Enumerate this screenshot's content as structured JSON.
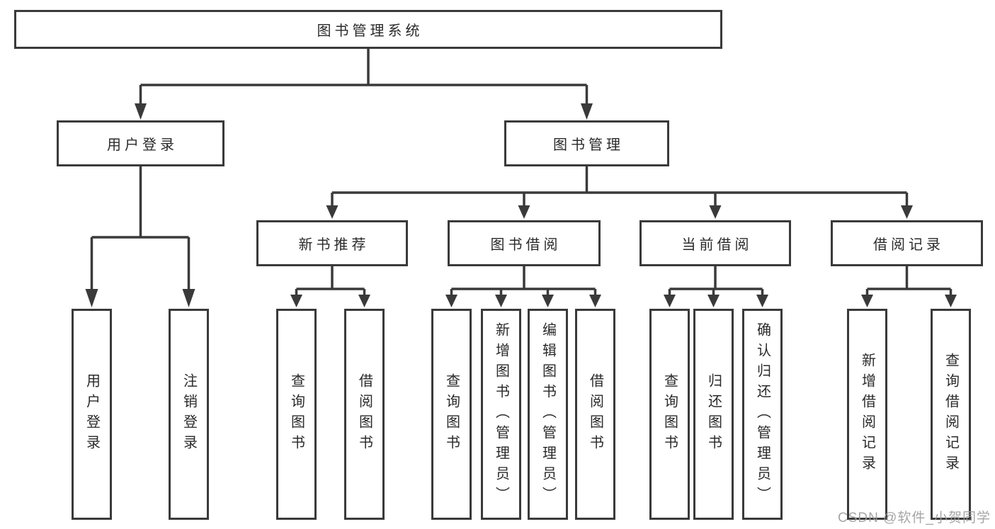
{
  "diagram": {
    "root": {
      "label": "图书管理系统"
    },
    "level2": [
      {
        "label": "用户登录"
      },
      {
        "label": "图书管理"
      }
    ],
    "level3": [
      {
        "label": "新书推荐"
      },
      {
        "label": "图书借阅"
      },
      {
        "label": "当前借阅"
      },
      {
        "label": "借阅记录"
      }
    ],
    "groups": {
      "user_login": [
        "用户登录",
        "注销登录"
      ],
      "new_book": [
        "查询图书",
        "借阅图书"
      ],
      "book_borrow": [
        "查询图书",
        "新增图书（管理员）",
        "编辑图书（管理员）",
        "借阅图书"
      ],
      "current_borrow": [
        "查询图书",
        "归还图书",
        "确认归还（管理员）"
      ],
      "borrow_records": [
        "新增借阅记录",
        "查询借阅记录"
      ]
    },
    "watermark": "CSDN @软件_小贺同学",
    "colors": {
      "line": "#3a3a3a",
      "text": "#2a2a2a",
      "watermark": "#9d9d9d",
      "background": "#ffffff"
    }
  }
}
